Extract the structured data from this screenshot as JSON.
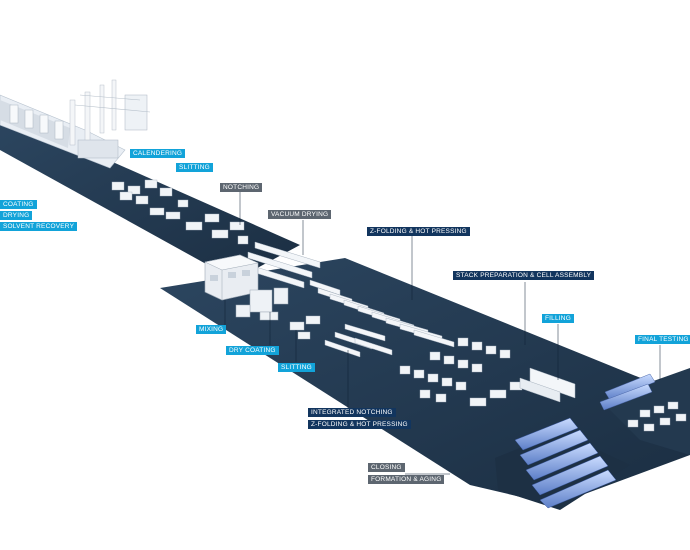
{
  "labels": {
    "coating": "COATING",
    "drying": "DRYING",
    "solvent_recovery": "SOLVENT RECOVERY",
    "calendering": "CALENDERING",
    "slitting_top": "SLITTING",
    "notching": "NOTCHING",
    "vacuum_drying": "VACUUM DRYING",
    "z_folding_hot_pressing_top": "Z-FOLDING & HOT PRESSING",
    "stack_preparation": "STACK PREPARATION & CELL ASSEMBLY",
    "filling": "FILLING",
    "final_testing": "FINAL TESTING",
    "mixing": "MIXING",
    "dry_coating": "DRY COATING",
    "slitting_bottom": "SLITTING",
    "integrated_notching": "INTEGRATED NOTCHING",
    "z_folding_hot_pressing_bottom": "Z-FOLDING & HOT PRESSING",
    "closing": "CLOSING",
    "formation_aging": "FORMATION & AGING"
  },
  "colors": {
    "process_label_cyan": "#12a3d9",
    "process_label_navy": "#12355e",
    "process_label_grey": "#5d6670",
    "floor": "#22384f",
    "machine": "#eef2f6",
    "aging_rack": "#9bb7e8"
  }
}
